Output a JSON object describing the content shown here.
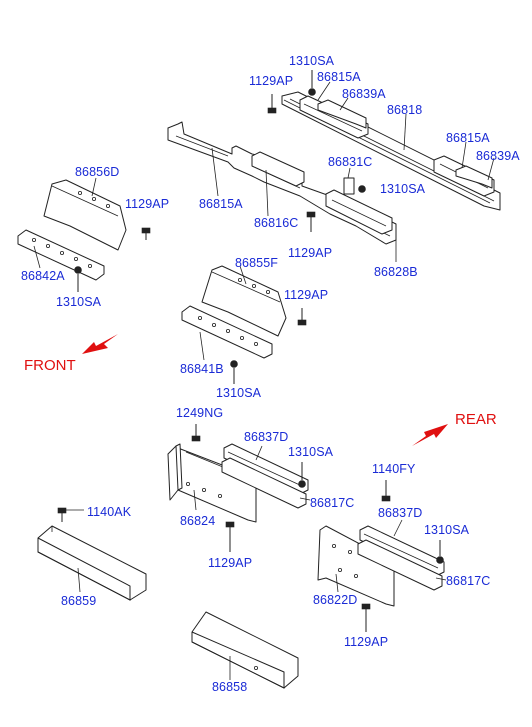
{
  "directions": {
    "front": "FRONT",
    "rear": "REAR",
    "arrow_color": "#e01010"
  },
  "label_color": "#1a2bd6",
  "labels": {
    "l_1310sa_top": "1310SA",
    "l_1129ap_top": "1129AP",
    "l_86815a_top": "86815A",
    "l_86839a_top": "86839A",
    "l_86818": "86818",
    "l_86815a_right": "86815A",
    "l_86839a_right": "86839A",
    "l_86831c": "86831C",
    "l_1310sa_mid": "1310SA",
    "l_86815a_left": "86815A",
    "l_86816c": "86816C",
    "l_1129ap_mid": "1129AP",
    "l_86828b": "86828B",
    "l_86856d": "86856D",
    "l_1129ap_left": "1129AP",
    "l_86842a": "86842A",
    "l_1310sa_left": "1310SA",
    "l_86855f": "86855F",
    "l_1129ap_center": "1129AP",
    "l_86841b": "86841B",
    "l_1310sa_center": "1310SA",
    "l_1249ng": "1249NG",
    "l_86837d_a": "86837D",
    "l_1310sa_b": "1310SA",
    "l_86817c_a": "86817C",
    "l_86824": "86824",
    "l_1129ap_b": "1129AP",
    "l_1140fy": "1140FY",
    "l_86837d_b": "86837D",
    "l_1310sa_c": "1310SA",
    "l_86817c_b": "86817C",
    "l_86822d": "86822D",
    "l_1129ap_c": "1129AP",
    "l_1140ak": "1140AK",
    "l_86859": "86859",
    "l_86858": "86858"
  }
}
